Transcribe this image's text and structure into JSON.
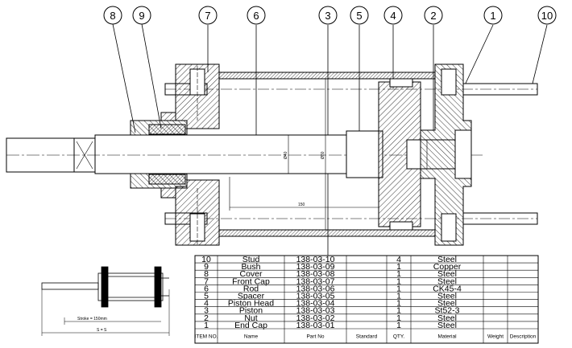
{
  "balloons": [
    {
      "number": "8"
    },
    {
      "number": "9"
    },
    {
      "number": "7"
    },
    {
      "number": "6"
    },
    {
      "number": "3"
    },
    {
      "number": "5"
    },
    {
      "number": "4"
    },
    {
      "number": "2"
    },
    {
      "number": "1"
    },
    {
      "number": "10"
    }
  ],
  "dimensions": {
    "rod_dia": "Ø40",
    "bore_dia": "Ø80",
    "stroke": "150",
    "thumb_stroke": "Stroke = 150mm",
    "thumb_total": "S = S"
  },
  "bom": {
    "headers": [
      "ITEM NO.",
      "Name",
      "Part No",
      "Standard",
      "QTY.",
      "Material",
      "Weight",
      "Description"
    ],
    "rows": [
      {
        "item": "10",
        "name": "Stud",
        "part": "138-03-10",
        "qty": "4",
        "material": "Steel"
      },
      {
        "item": "9",
        "name": "Bush",
        "part": "138-03-09",
        "qty": "1",
        "material": "Copper"
      },
      {
        "item": "8",
        "name": "Cover",
        "part": "138-03-08",
        "qty": "1",
        "material": "Steel"
      },
      {
        "item": "7",
        "name": "Front Cap",
        "part": "138-03-07",
        "qty": "1",
        "material": "Steel"
      },
      {
        "item": "6",
        "name": "Rod",
        "part": "138-03-06",
        "qty": "1",
        "material": "CK45-4"
      },
      {
        "item": "5",
        "name": "Spacer",
        "part": "138-03-05",
        "qty": "1",
        "material": "Steel"
      },
      {
        "item": "4",
        "name": "Piston Head",
        "part": "138-03-04",
        "qty": "1",
        "material": "Steel"
      },
      {
        "item": "3",
        "name": "Piston",
        "part": "138-03-03",
        "qty": "1",
        "material": "St52-3"
      },
      {
        "item": "2",
        "name": "Nut",
        "part": "138-03-02",
        "qty": "1",
        "material": "Steel"
      },
      {
        "item": "1",
        "name": "End Cap",
        "part": "138-03-01",
        "qty": "1",
        "material": "Steel"
      }
    ]
  }
}
